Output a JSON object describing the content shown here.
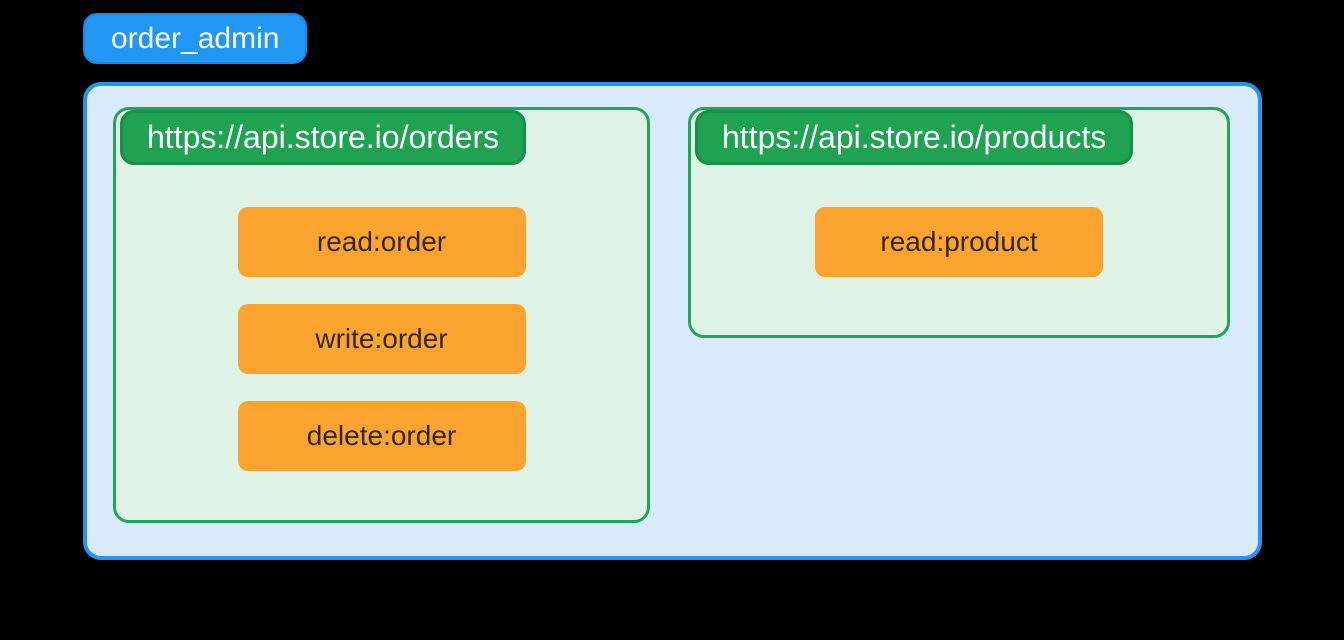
{
  "background_color": "#000000",
  "role": {
    "label": "order_admin",
    "fill": "#2196F3",
    "text_color": "#FFFFFF"
  },
  "container": {
    "fill": "#D9EAFB",
    "border_color": "#2196F3"
  },
  "resources": [
    {
      "url": "https://api.store.io/orders",
      "scopes": [
        "read:order",
        "write:order",
        "delete:order"
      ]
    },
    {
      "url": "https://api.store.io/products",
      "scopes": [
        "read:product"
      ]
    }
  ],
  "colors": {
    "resource_badge_fill": "#1FA251",
    "resource_badge_border": "#1A8F4A",
    "panel_fill": "#DFF2E6",
    "panel_border": "#22A55B",
    "scope_fill": "#FBA42F",
    "scope_text": "#33281B"
  }
}
